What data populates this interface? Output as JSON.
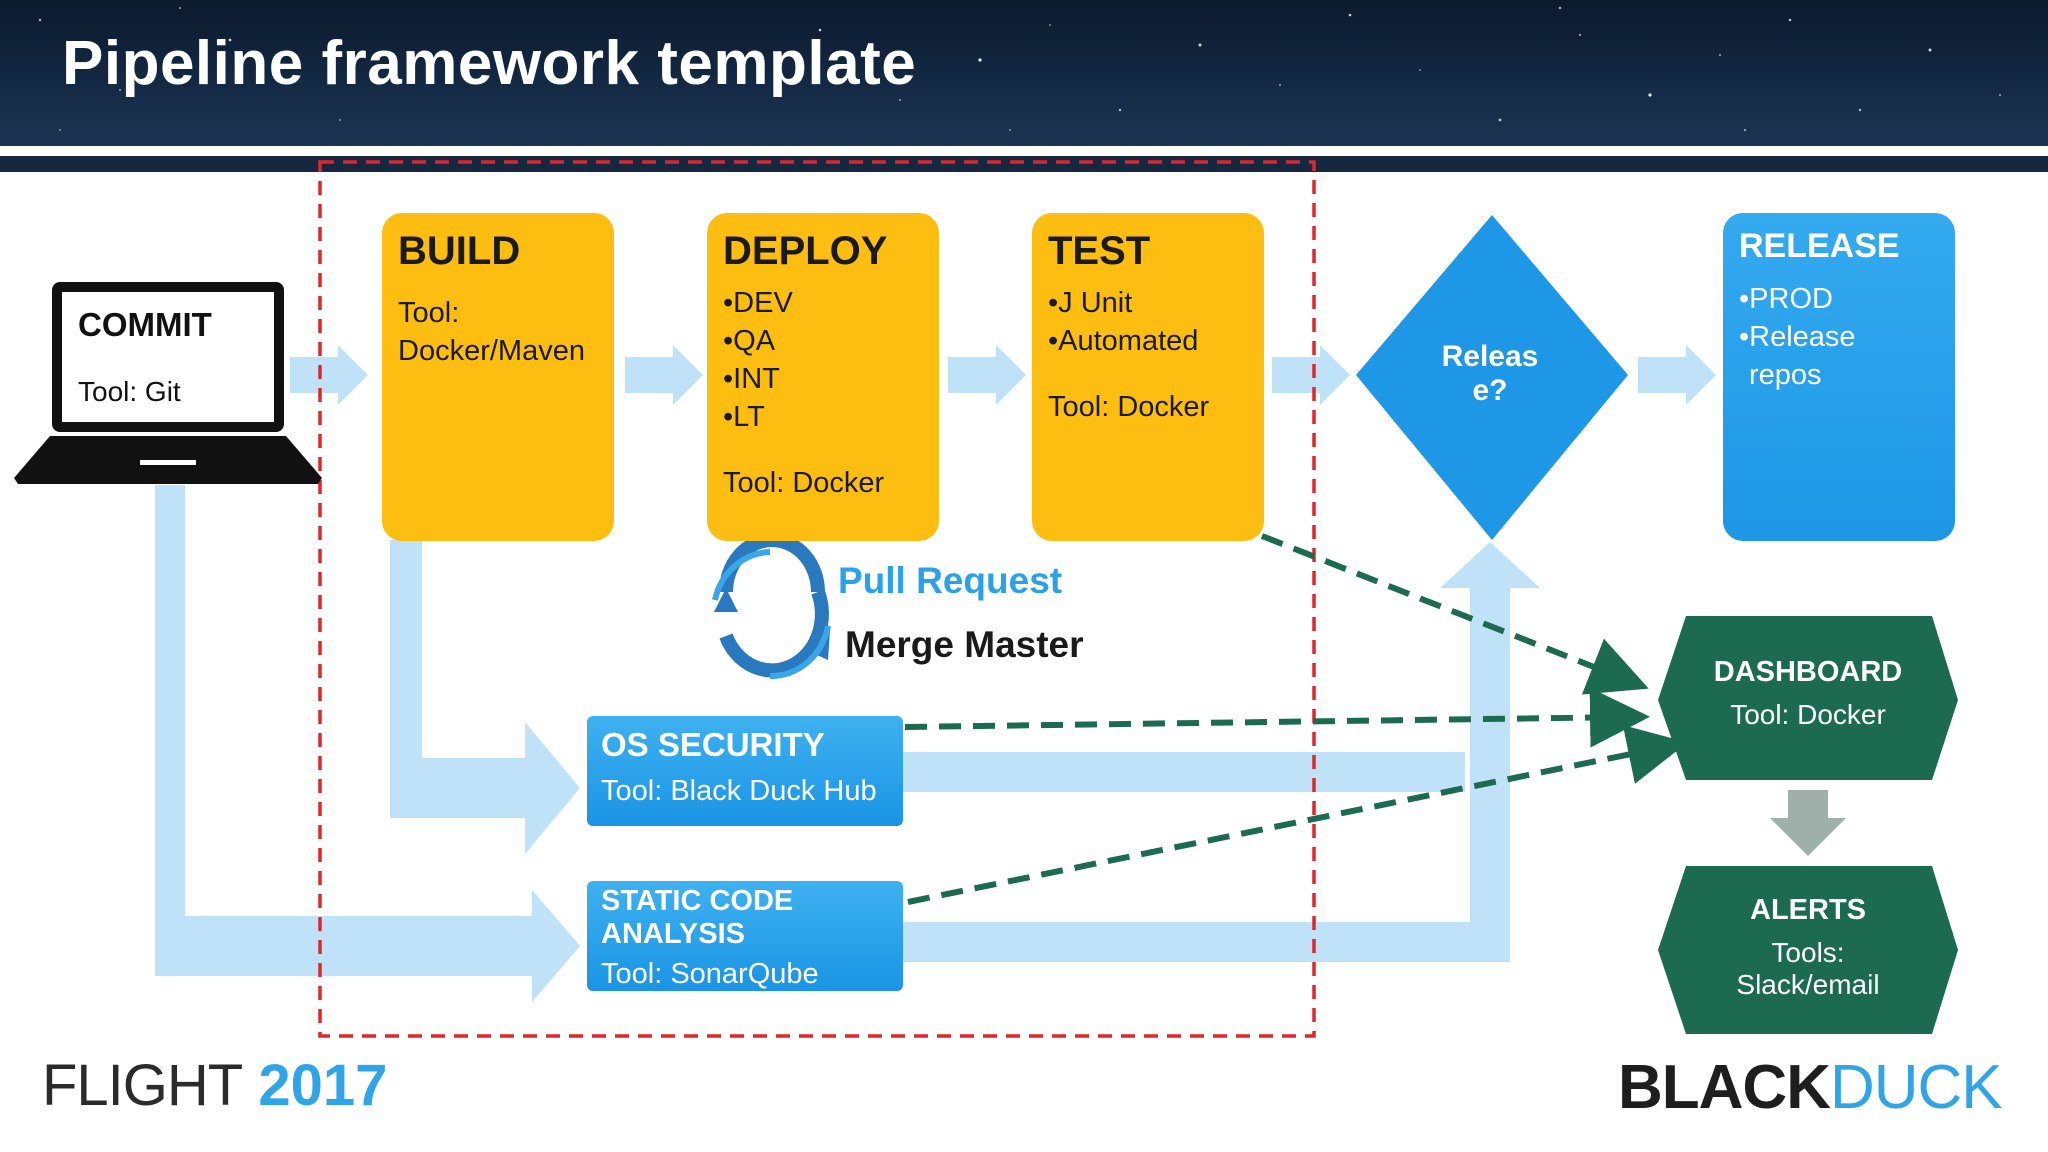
{
  "header": {
    "title": "Pipeline framework template"
  },
  "commit": {
    "title": "COMMIT",
    "tool": "Tool: Git"
  },
  "build": {
    "title": "BUILD",
    "tool_label": "Tool:",
    "tool_value": "Docker/Maven"
  },
  "deploy": {
    "title": "DEPLOY",
    "items": [
      "•DEV",
      "•QA",
      "•INT",
      "•LT"
    ],
    "tool": "Tool: Docker"
  },
  "test": {
    "title": "TEST",
    "items": [
      "•J Unit",
      "•Automated"
    ],
    "tool": "Tool: Docker"
  },
  "decision": {
    "label_line1": "Releas",
    "label_line2": "e?"
  },
  "release": {
    "title": "RELEASE",
    "items": [
      "•PROD",
      "•Release",
      "repos"
    ]
  },
  "os_security": {
    "title": "OS SECURITY",
    "tool": "Tool: Black Duck Hub"
  },
  "static_code": {
    "title_line1": "STATIC CODE",
    "title_line2": "ANALYSIS",
    "tool": "Tool: SonarQube"
  },
  "dashboard": {
    "title": "DASHBOARD",
    "tool": "Tool: Docker"
  },
  "alerts": {
    "title": "ALERTS",
    "tool_line1": "Tools:",
    "tool_line2": "Slack/email"
  },
  "cycle": {
    "pull_request": "Pull Request",
    "merge_master": "Merge Master"
  },
  "footer": {
    "flight_word": "FLIGHT",
    "flight_year": "2017",
    "brand_black": "BLACK",
    "brand_duck": "DUCK"
  },
  "colors": {
    "stage_yellow": "#fdbd11",
    "accent_blue": "#1d97e6",
    "light_flow_blue": "#bfe2f8",
    "dashboard_green": "#1c6a50",
    "dashed_red": "#e0262a",
    "dashed_green": "#1c6a50"
  }
}
